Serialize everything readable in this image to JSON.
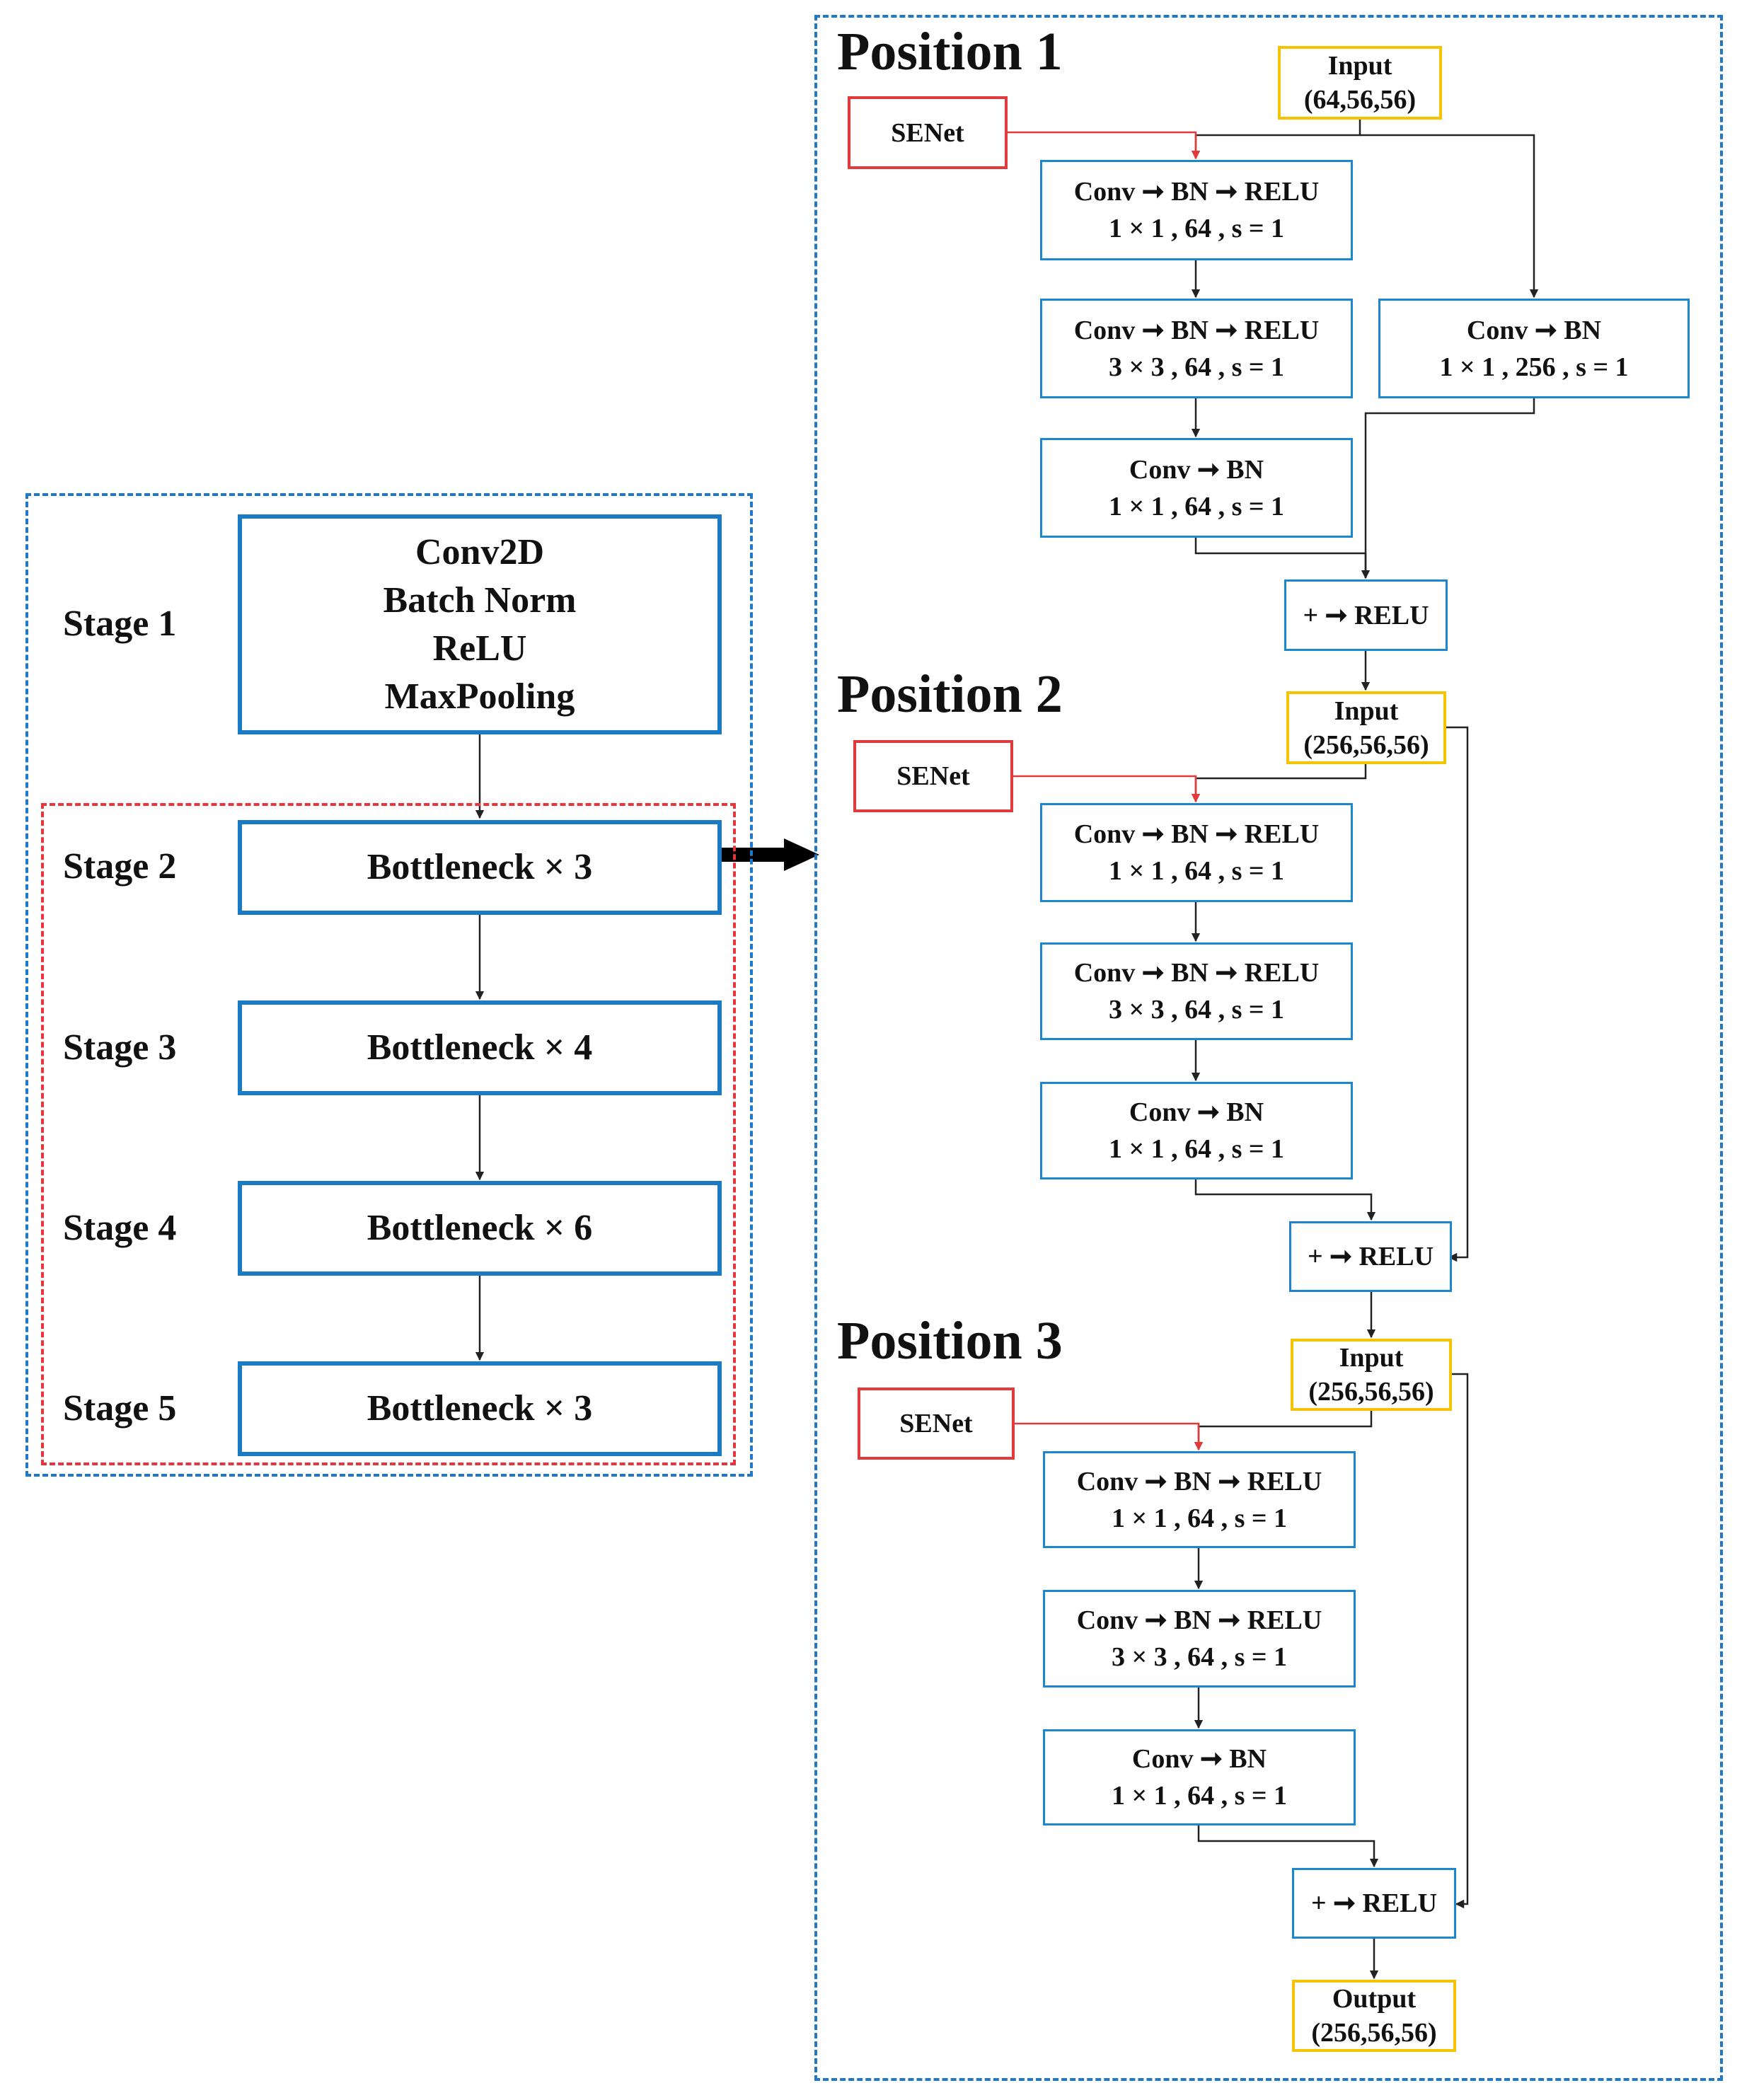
{
  "stages": [
    {
      "label": "Stage 1",
      "lines": [
        "Conv2D",
        "Batch Norm",
        "ReLU",
        "MaxPooling"
      ]
    },
    {
      "label": "Stage 2",
      "lines": [
        "Bottleneck × 3"
      ]
    },
    {
      "label": "Stage 3",
      "lines": [
        "Bottleneck × 4"
      ]
    },
    {
      "label": "Stage 4",
      "lines": [
        "Bottleneck × 6"
      ]
    },
    {
      "label": "Stage 5",
      "lines": [
        "Bottleneck × 3"
      ]
    }
  ],
  "positions": [
    {
      "title": "Position 1",
      "senet": "SENet",
      "input": [
        "Input",
        "(64,56,56)"
      ],
      "blocks": [
        [
          "Conv ➞ BN ➞ RELU",
          "1 × 1 , 64 , s = 1"
        ],
        [
          "Conv ➞ BN ➞ RELU",
          "3 × 3 , 64 , s = 1"
        ],
        [
          "Conv ➞ BN",
          "1 × 1 , 64 , s = 1"
        ]
      ],
      "shortcut": [
        "Conv ➞ BN",
        "1 × 1 , 256 , s = 1"
      ],
      "add": "+ ➞ RELU"
    },
    {
      "title": "Position 2",
      "senet": "SENet",
      "input": [
        "Input",
        "(256,56,56)"
      ],
      "blocks": [
        [
          "Conv ➞ BN ➞ RELU",
          "1 × 1 , 64 , s = 1"
        ],
        [
          "Conv ➞ BN ➞ RELU",
          "3 × 3 , 64 , s = 1"
        ],
        [
          "Conv ➞ BN",
          "1 × 1 , 64 , s = 1"
        ]
      ],
      "add": "+ ➞ RELU"
    },
    {
      "title": "Position 3",
      "senet": "SENet",
      "input": [
        "Input",
        "(256,56,56)"
      ],
      "blocks": [
        [
          "Conv ➞ BN ➞ RELU",
          "1 × 1 , 64 , s = 1"
        ],
        [
          "Conv ➞ BN ➞ RELU",
          "3 × 3 , 64 , s = 1"
        ],
        [
          "Conv ➞ BN",
          "1 × 1 , 64 , s = 1"
        ]
      ],
      "add": "+ ➞ RELU"
    }
  ],
  "output": [
    "Output",
    "(256,56,56)"
  ],
  "colors": {
    "blue": "#1b7ac4",
    "red": "#e23a3a",
    "yellow": "#f5c400",
    "wire": "#222222"
  }
}
